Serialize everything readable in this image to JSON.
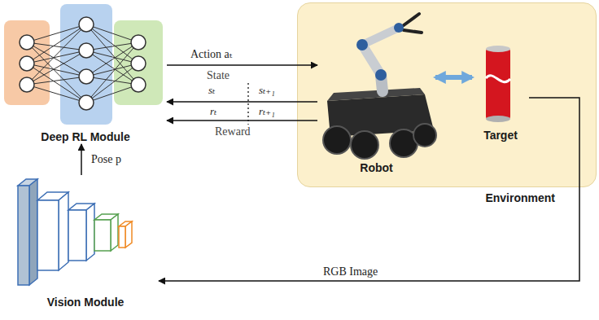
{
  "diagram": {
    "nodes": [
      {
        "text": [
          "Deep RL Module"
        ]
      },
      {
        "text": [
          "Vision Module"
        ]
      },
      {
        "text": [
          "Environment"
        ]
      },
      {
        "text": [
          "Robot"
        ],
        "in": 2
      },
      {
        "text": [
          "Target"
        ],
        "in": 2
      }
    ],
    "edges": [
      {
        "from": 0,
        "to": 3,
        "arrow": "to",
        "label": "Action aₜ"
      },
      {
        "from": 3,
        "to": 0,
        "arrow": "to",
        "label": "State"
      },
      {
        "from": 3,
        "to": 0,
        "arrow": "to",
        "label": "Reward"
      },
      {
        "from": 3,
        "to": 4,
        "arrow": "both"
      },
      {
        "from": 4,
        "to": 1,
        "arrow": "to",
        "label": "RGB Image"
      },
      {
        "from": 1,
        "to": 0,
        "arrow": "to",
        "label": "Pose p"
      }
    ],
    "labels": [
      "sₜ",
      "sₜ₊₁",
      "rₜ",
      "rₜ₊₁"
    ]
  }
}
